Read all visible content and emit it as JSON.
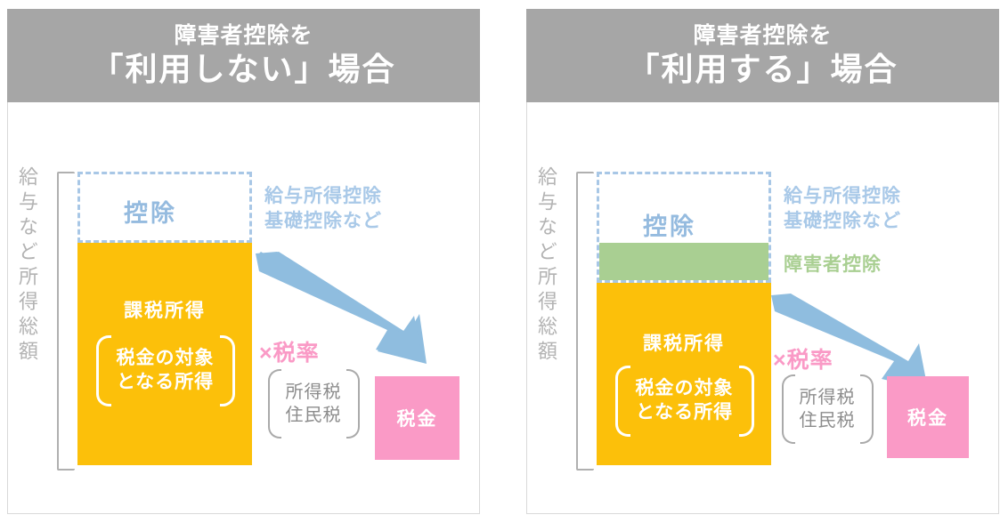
{
  "figure": {
    "title_note": "障害者控除の有無による課税所得と税金の比較図",
    "colors": {
      "header_gray": "#a6a6a6",
      "taxable_yellow": "#fcc00a",
      "tax_pink": "#fa9ac6",
      "deduction_blue": "#a8c7e6",
      "disability_green": "#a9cf92",
      "arrow_blue": "#8fbddf",
      "label_gray": "#b3b3b3"
    }
  },
  "panels": [
    {
      "id": "without-deduction",
      "header": {
        "line1": "障害者控除を",
        "line2": "「利用しない」場合"
      },
      "total_income_label": "給与など所得総額",
      "deduction": {
        "label": "控除",
        "note_line1": "給与所得控除",
        "note_line2": "基礎控除など"
      },
      "disability_deduction": null,
      "taxable_income": {
        "title": "課税所得",
        "bracket_line1": "税金の対象",
        "bracket_line2": "となる所得"
      },
      "tax_rate": {
        "label": "×税率",
        "bracket_line1": "所得税",
        "bracket_line2": "住民税"
      },
      "tax": {
        "label": "税金"
      }
    },
    {
      "id": "with-deduction",
      "header": {
        "line1": "障害者控除を",
        "line2": "「利用する」場合"
      },
      "total_income_label": "給与など所得総額",
      "deduction": {
        "label": "控除",
        "note_line1": "給与所得控除",
        "note_line2": "基礎控除など"
      },
      "disability_deduction": {
        "note": "障害者控除"
      },
      "taxable_income": {
        "title": "課税所得",
        "bracket_line1": "税金の対象",
        "bracket_line2": "となる所得"
      },
      "tax_rate": {
        "label": "×税率",
        "bracket_line1": "所得税",
        "bracket_line2": "住民税"
      },
      "tax": {
        "label": "税金"
      }
    }
  ]
}
